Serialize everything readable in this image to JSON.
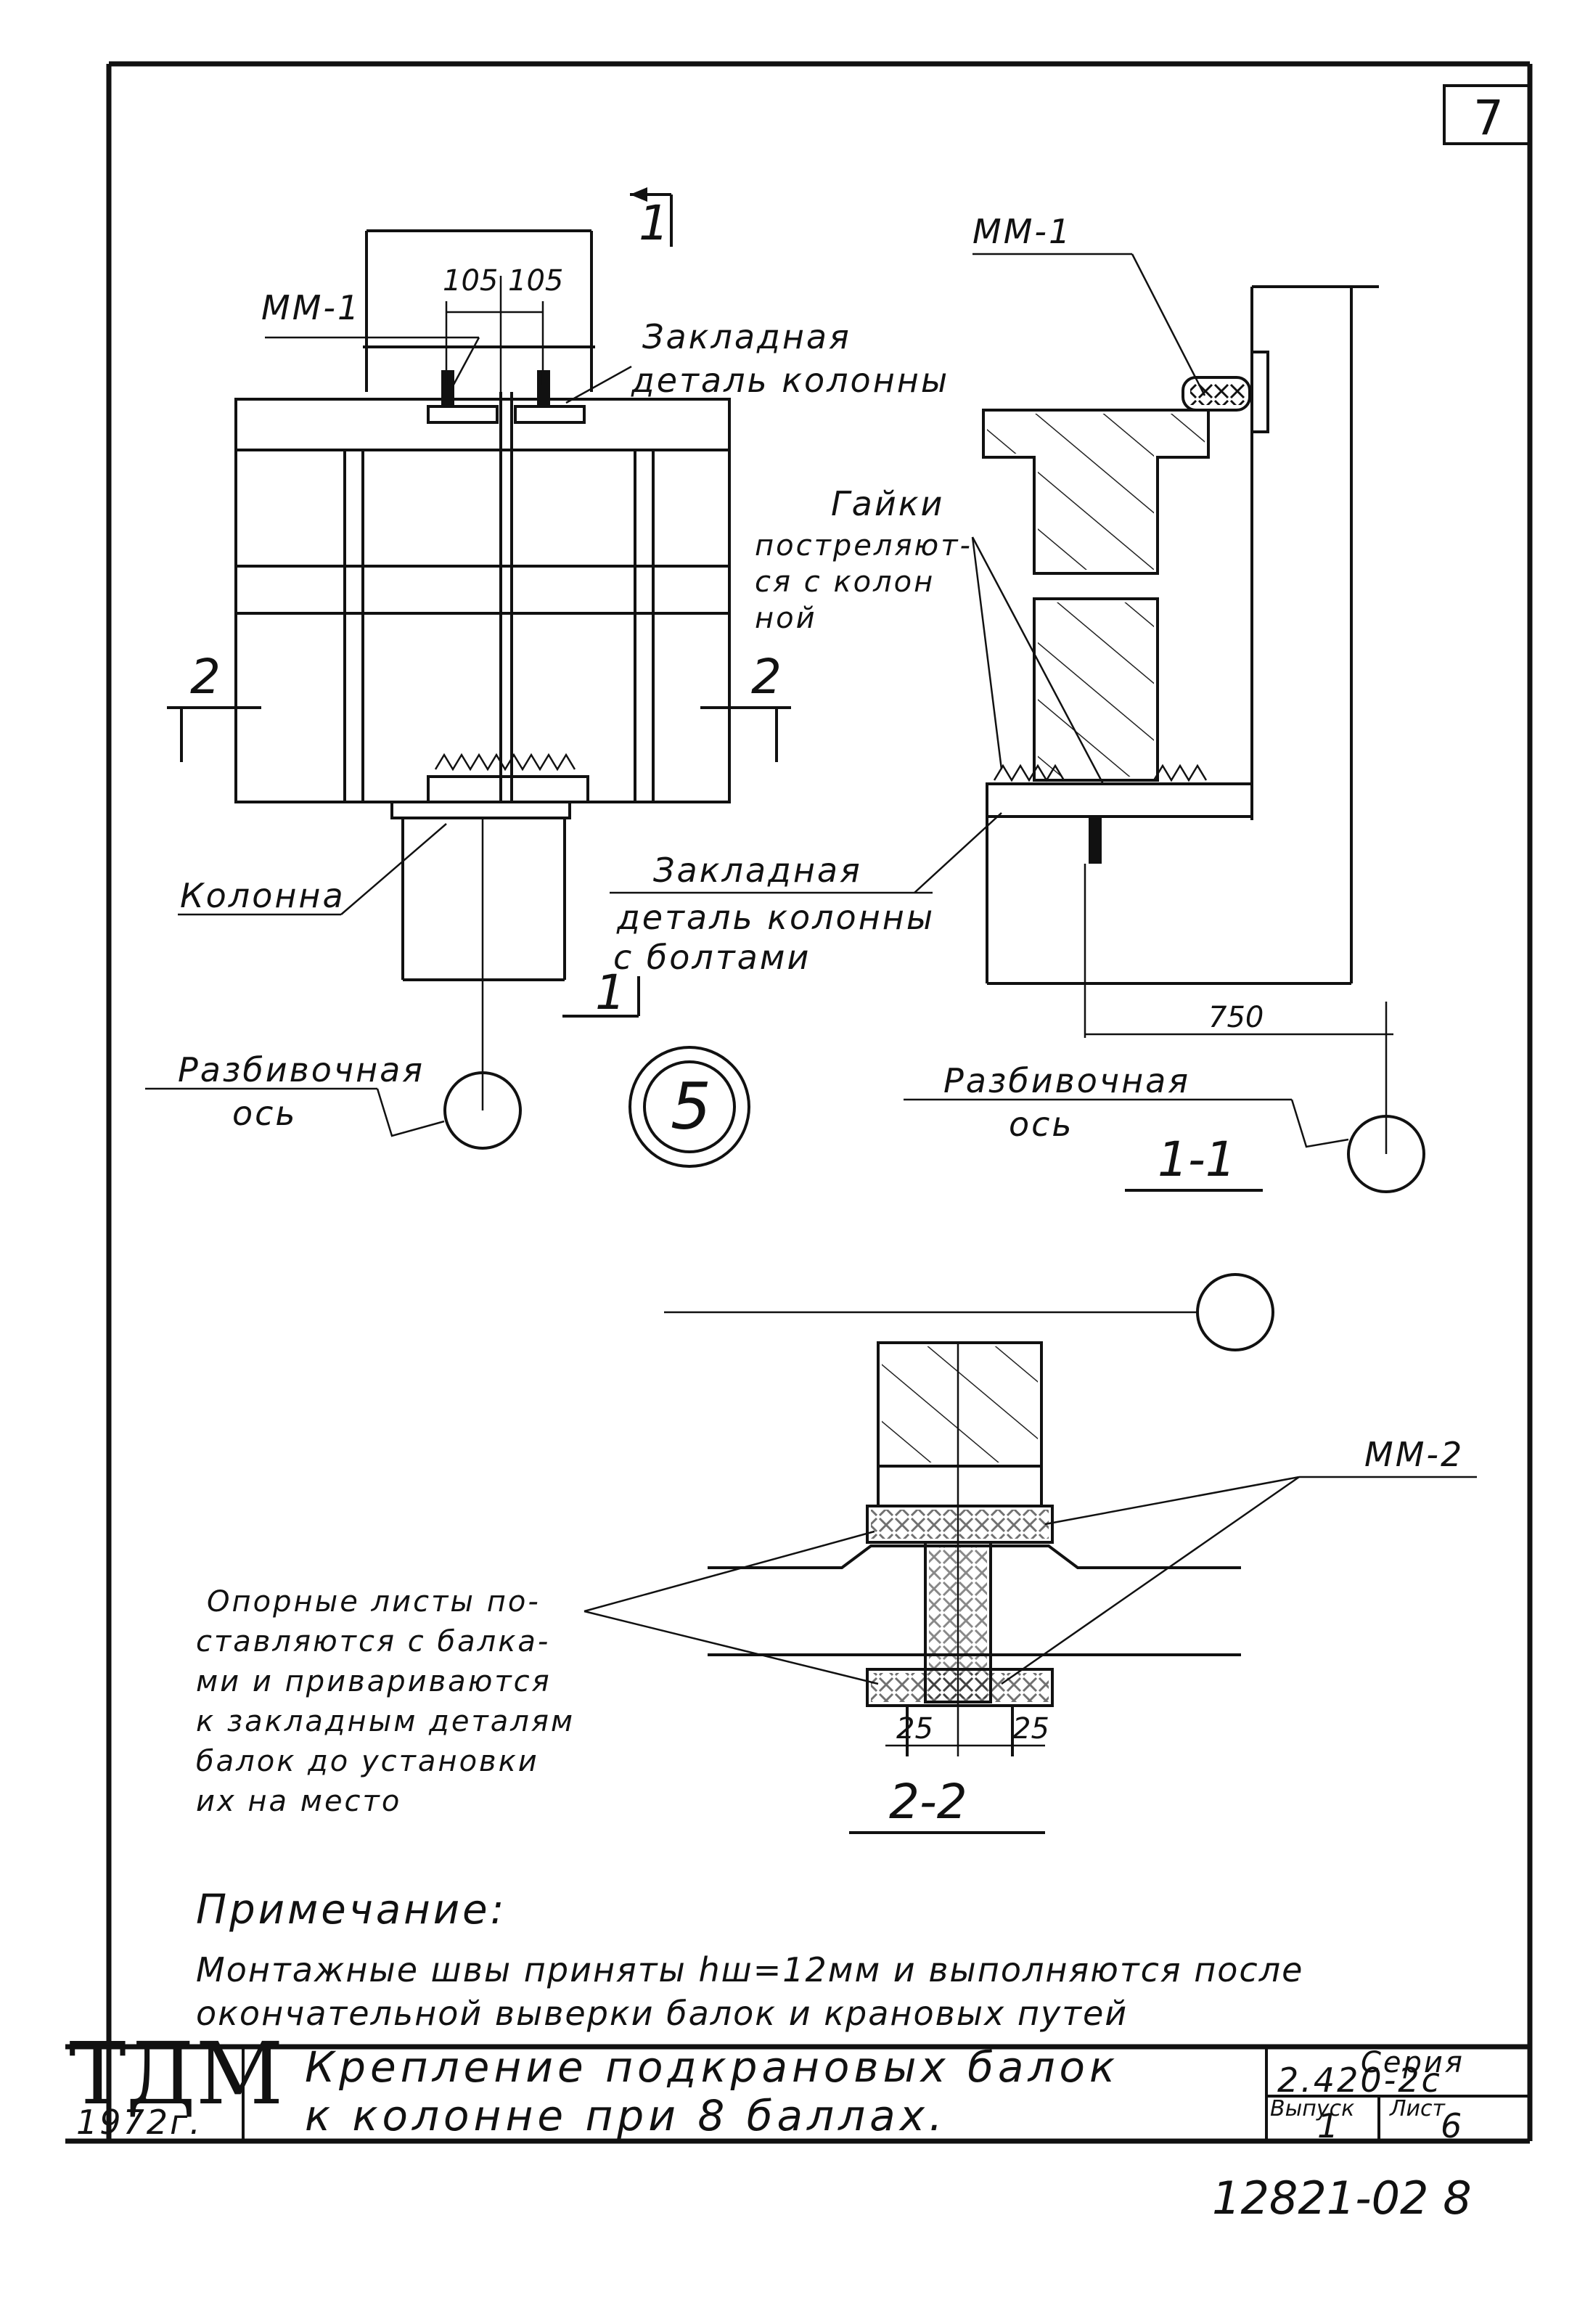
{
  "sheet": {
    "page_number": "7",
    "node_number": "5",
    "doc_number": "12821-02 8"
  },
  "view_elevation": {
    "weld_mark": "ММ-1",
    "dim_left": "105",
    "dim_right": "105",
    "embedded_part_label": [
      "Закладная",
      "деталь колонны"
    ],
    "column_label": "Колонна",
    "embedded_bolts_label": [
      "Закладная",
      "деталь колонны",
      "с болтами"
    ],
    "axis_label": [
      "Разбивочная",
      "ось"
    ],
    "section_1_mark": "1",
    "section_2_mark": "2"
  },
  "section_1_1": {
    "weld_mark": "ММ-1",
    "nuts_label": [
      "Гайки",
      "постреляют-",
      "ся с колон",
      "ной"
    ],
    "dim_750": "750",
    "axis_label": [
      "Разбивочная",
      "ось"
    ],
    "caption": "1-1"
  },
  "section_2_2": {
    "weld_mark": "ММ-2",
    "support_note": [
      "Опорные листы по-",
      "ставляются с балка-",
      "ми и привариваются",
      "к закладным деталям",
      "балок до установки",
      "их на место"
    ],
    "dim_left": "25",
    "dim_right": "25",
    "caption": "2-2"
  },
  "note": {
    "heading": "Примечание:",
    "lines": [
      "Монтажные швы приняты hш=12мм и выполняются после",
      "окончательной выверки балок и крановых путей"
    ]
  },
  "title_block": {
    "stamp": "ТДМ",
    "year": "1972г.",
    "title_lines": [
      "Крепление подкрановых балок",
      "к колонне при 8 баллах."
    ],
    "series_label": "Серия",
    "series_value": "2.420-2с",
    "issue_label": "Выпуск",
    "sheet_label": "Лист",
    "issue_value": "1",
    "sheet_value": "6"
  }
}
